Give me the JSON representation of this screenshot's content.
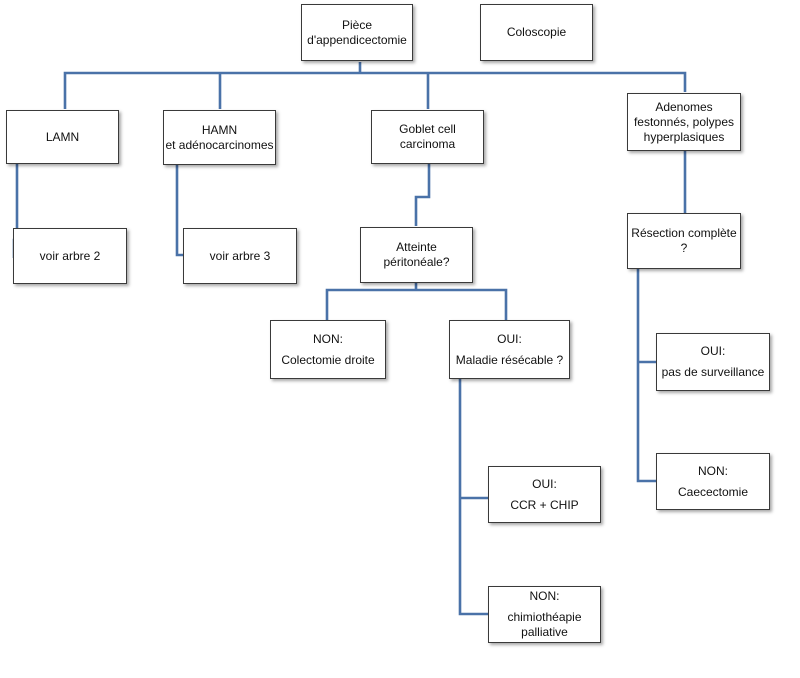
{
  "nodes": {
    "piece": {
      "lines": [
        "Pièce",
        "d'appendicectomie"
      ]
    },
    "coloscopie": {
      "lines": [
        "Coloscopie"
      ]
    },
    "lamn": {
      "lines": [
        "LAMN"
      ]
    },
    "hamn": {
      "lines": [
        "HAMN",
        "et adénocarcinomes"
      ]
    },
    "goblet": {
      "lines": [
        "Goblet cell",
        "carcinoma"
      ]
    },
    "adenomes": {
      "lines": [
        "Adenomes",
        "festonnés, polypes",
        "hyperplasiques"
      ]
    },
    "arbre2": {
      "lines": [
        "voir arbre 2"
      ]
    },
    "arbre3": {
      "lines": [
        "voir arbre 3"
      ]
    },
    "atteinte": {
      "lines": [
        "Atteinte",
        "péritonéale?"
      ]
    },
    "resection": {
      "lines": [
        "Résection complète",
        "?"
      ]
    },
    "non_colectomie": {
      "lines": [
        "NON:",
        "Colectomie droite"
      ]
    },
    "oui_maladie": {
      "lines": [
        "OUI:",
        "Maladie résécable ?"
      ]
    },
    "oui_surveillance": {
      "lines": [
        "OUI:",
        "pas  de surveillance"
      ]
    },
    "non_caecectomie": {
      "lines": [
        "NON:",
        "Caecectomie"
      ]
    },
    "oui_ccr": {
      "lines": [
        "OUI:",
        "CCR + CHIP"
      ]
    },
    "non_chimio": {
      "lines": [
        "NON:",
        "chimiothéapie",
        "palliative"
      ]
    }
  },
  "colors": {
    "connector": "#4a72a8",
    "border": "#3a3a3a"
  }
}
